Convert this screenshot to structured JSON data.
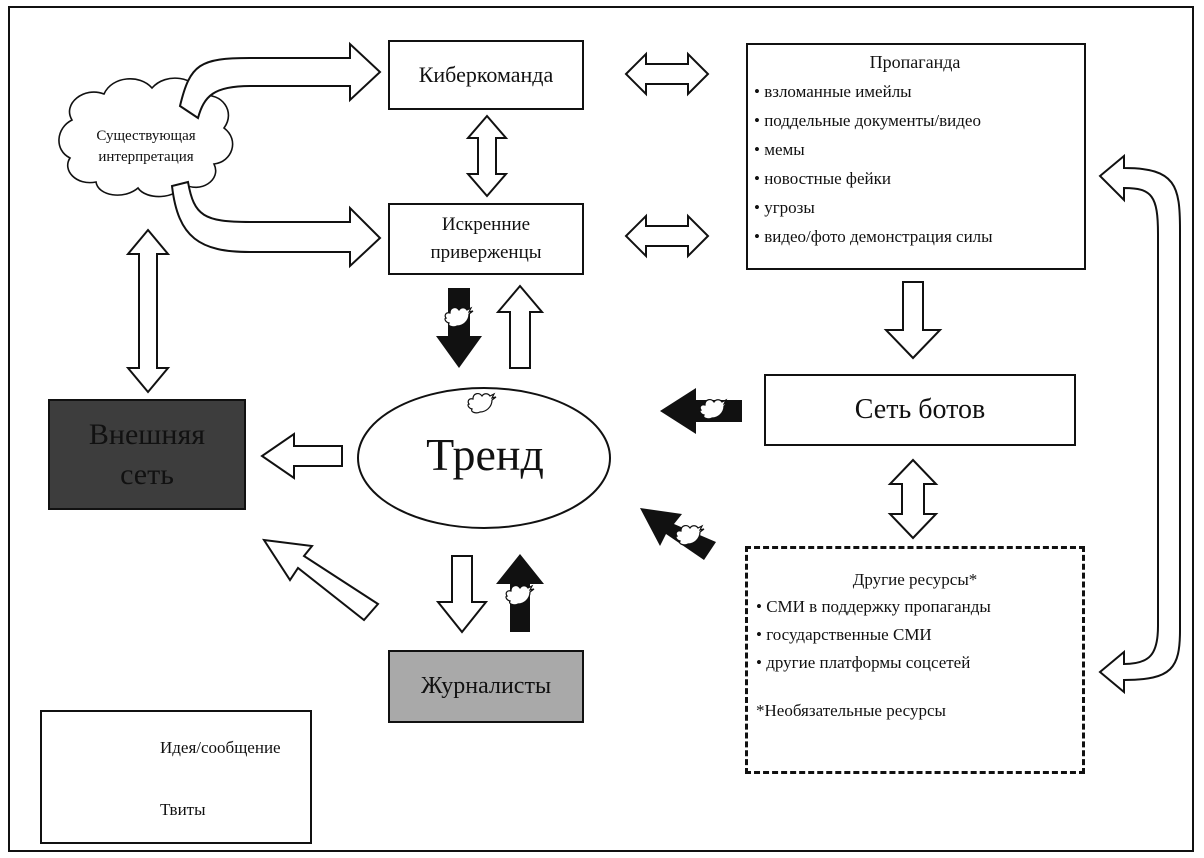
{
  "cloud": {
    "line1": "Существующая",
    "line2": "интерпретация"
  },
  "cyber_team": {
    "label": "Киберкоманда"
  },
  "sincere": {
    "line1": "Искренние",
    "line2": "приверженцы"
  },
  "propaganda": {
    "title": "Пропаганда",
    "items": [
      "взломанные имейлы",
      "поддельные документы/видео",
      "мемы",
      "новостные фейки",
      "угрозы",
      "видео/фото демонстрация силы"
    ]
  },
  "botnet": {
    "label": "Сеть ботов"
  },
  "trend": {
    "label": "Тренд"
  },
  "external": {
    "line1": "Внешняя",
    "line2": "сеть"
  },
  "journalists": {
    "label": "Журналисты"
  },
  "other_resources": {
    "title": "Другие ресурсы*",
    "items": [
      "СМИ в поддержку пропаганды",
      "государственные СМИ",
      "другие платформы соцсетей"
    ],
    "note": "*Необязательные ресурсы"
  },
  "legend": {
    "idea_label": "Идея/сообщение",
    "tweets_label": "Твиты"
  },
  "colors": {
    "external_fill": "#3d3d3d",
    "journalists_fill": "#a9a9a9",
    "outline": "#111111"
  }
}
